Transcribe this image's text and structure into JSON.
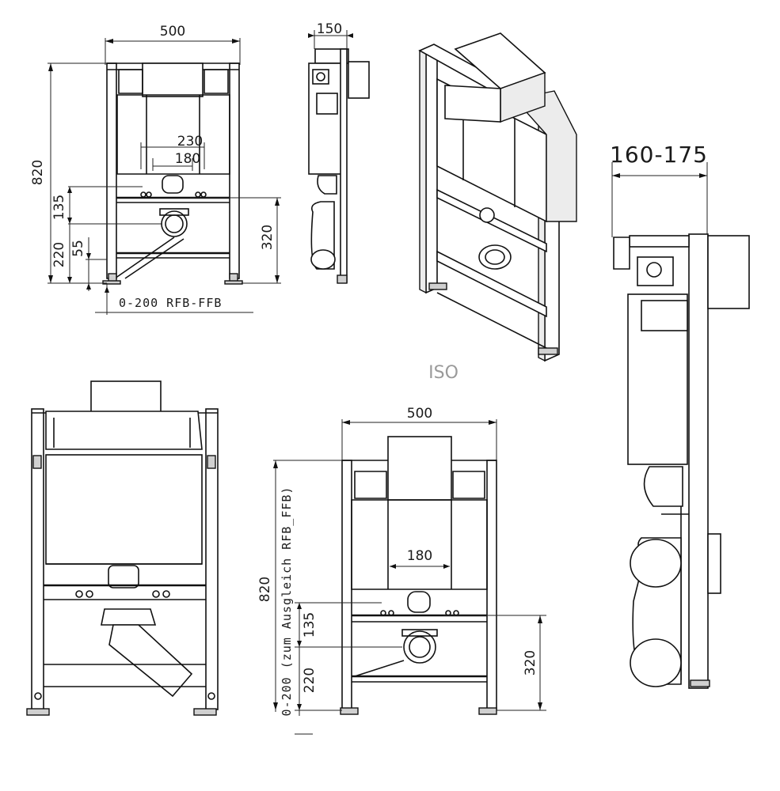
{
  "front_view_top_left": {
    "width_label": "500",
    "height_label": "820",
    "outer_label": "230",
    "inner_label": "180",
    "label_135": "135",
    "label_220": "220",
    "label_55": "55",
    "label_320": "320",
    "rfb_label": "0-200 RFB-FFB"
  },
  "side_view_top": {
    "depth_label": "150"
  },
  "iso_label": "ISO",
  "side_view_right": {
    "depth_label": "160-175"
  },
  "front_view_bottom_center": {
    "width_label": "500",
    "inner_label": "180",
    "height_label": "820",
    "adjust_label": "0-200 (zum Ausgleich RFB_FFB)",
    "label_135": "135",
    "label_220": "220",
    "label_320": "320"
  }
}
